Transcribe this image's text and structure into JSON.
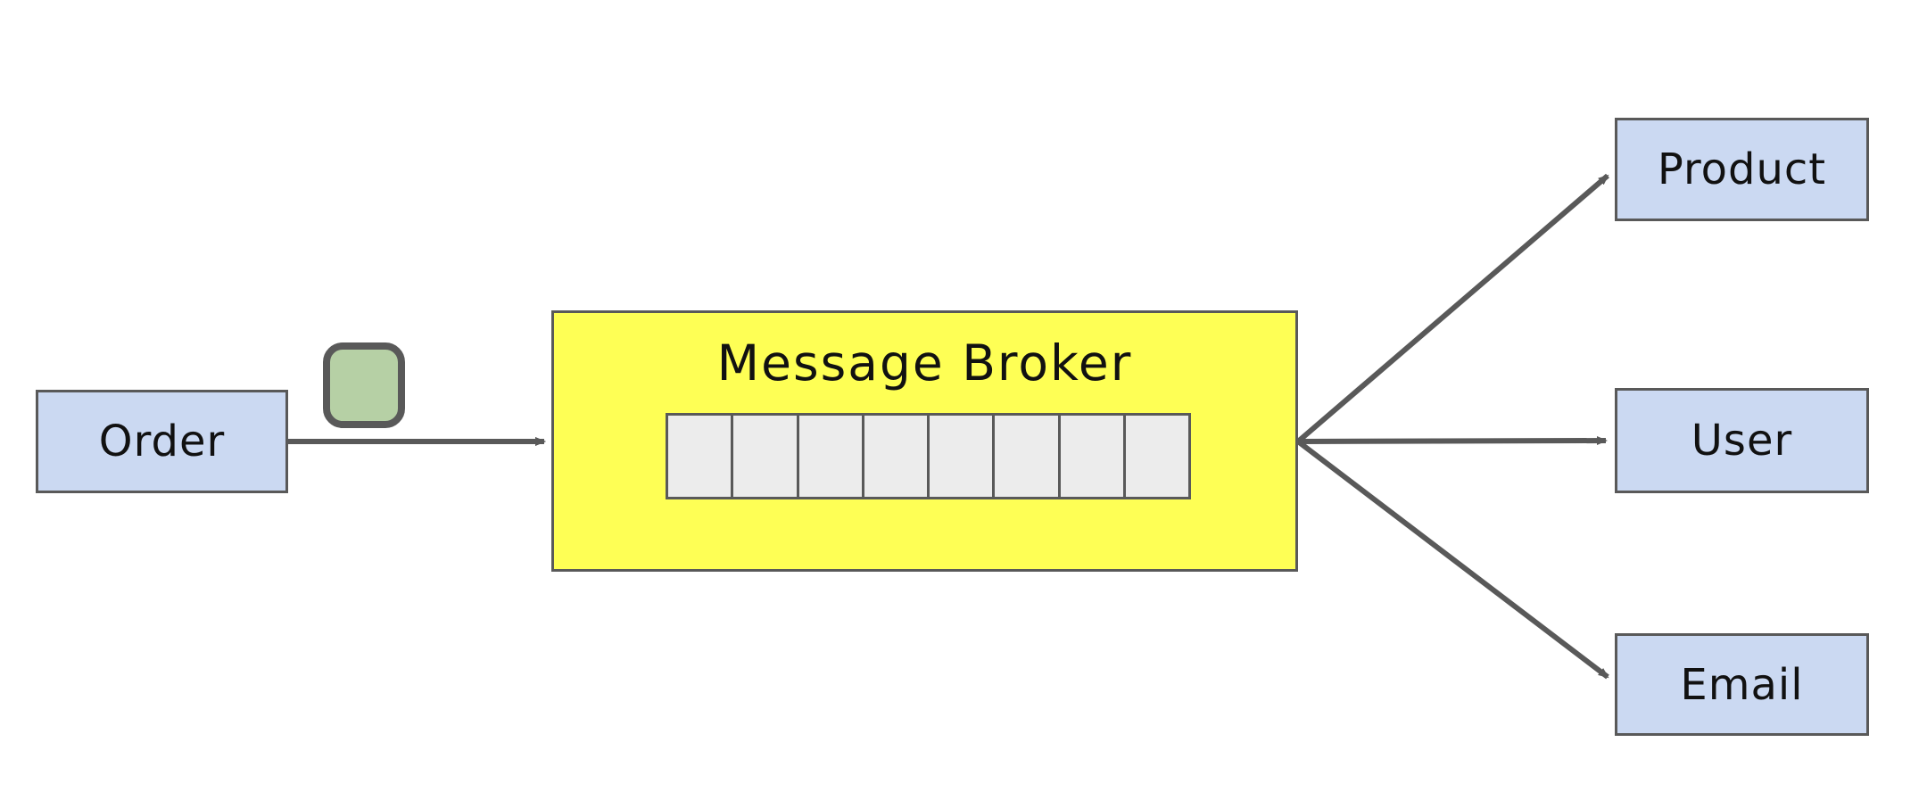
{
  "diagram": {
    "type": "flow-diagram",
    "nodes": {
      "order": {
        "label": "Order"
      },
      "broker": {
        "label": "Message Broker",
        "queue_slots": 8,
        "queue_filled": 0
      },
      "product": {
        "label": "Product"
      },
      "user": {
        "label": "User"
      },
      "email": {
        "label": "Email"
      }
    },
    "message": {
      "name": "message-token",
      "shape": "rounded-square"
    },
    "edges": [
      {
        "from": "order",
        "to": "broker",
        "arrow": "end"
      },
      {
        "from": "broker",
        "to": "product",
        "arrow": "end"
      },
      {
        "from": "broker",
        "to": "user",
        "arrow": "end"
      },
      {
        "from": "broker",
        "to": "email",
        "arrow": "end"
      }
    ],
    "colors": {
      "canvas_bg": "#ffffff",
      "node_fill": "#cbd9f2",
      "broker_fill": "#feff55",
      "message_fill": "#b6d0a5",
      "queue_cell_fill": "#ececec",
      "border": "#595959",
      "arrow": "#595959",
      "text": "#111111"
    }
  }
}
